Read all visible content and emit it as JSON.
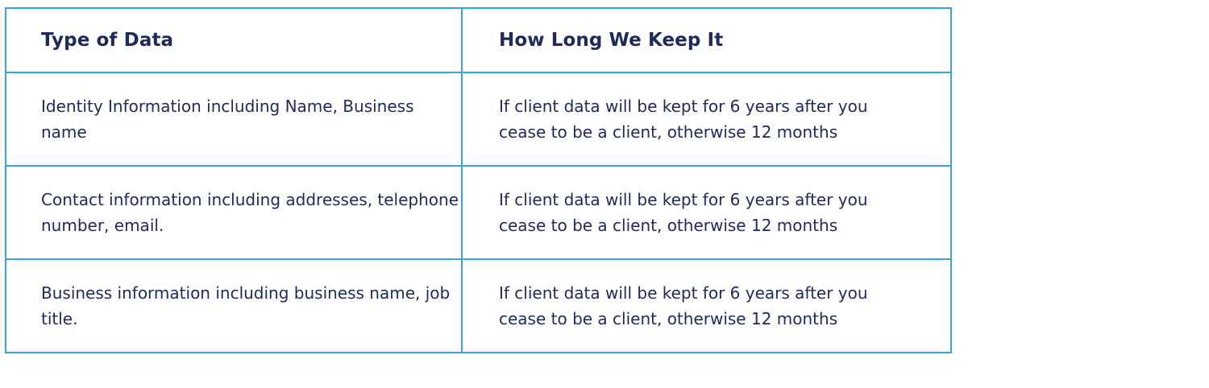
{
  "table": {
    "headers": [
      "Type of Data",
      "How Long We Keep It"
    ],
    "rows": [
      {
        "type": "Identity Information including Name, Business name",
        "retention": "If client data will be kept for 6 years after you cease to be a client, otherwise 12 months"
      },
      {
        "type": "Contact information including addresses, telephone number, email.",
        "retention": "If client data will be kept for 6 years after you cease to be a client, otherwise 12 months"
      },
      {
        "type": "Business information including business name, job title.",
        "retention": "If client data will be kept for 6 years after you cease to be a client, otherwise 12 months"
      }
    ]
  },
  "colors": {
    "border": "#3aa3dc",
    "text": "#1f2a5c",
    "background": "#ffffff"
  }
}
